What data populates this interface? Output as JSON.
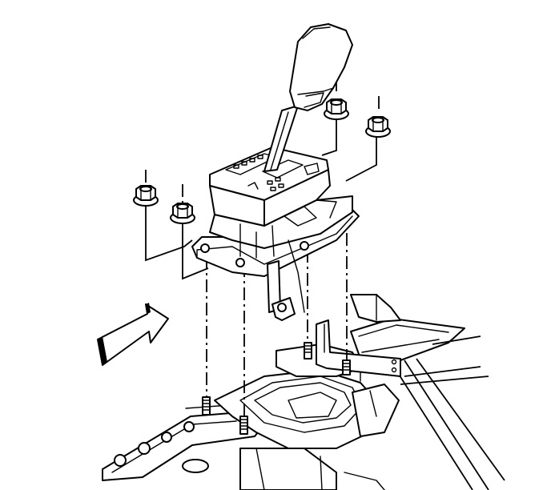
{
  "figure": {
    "type": "exploded-assembly-illustration",
    "subject": "shifter-assembly-installation",
    "components": [
      "shift-lever-knob",
      "shifter-housing",
      "mounting-nut",
      "mounting-stud",
      "floor-console-support",
      "direction-arrow"
    ],
    "nut_count": 4,
    "stud_count": 4,
    "arrow_direction": "forward",
    "line_color": "#000000",
    "fill_color": "#ffffff"
  }
}
